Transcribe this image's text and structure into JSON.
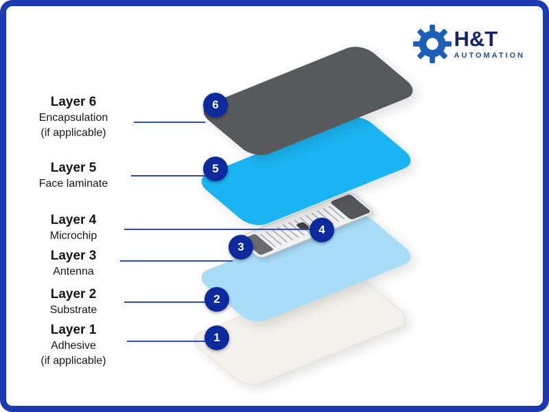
{
  "logo": {
    "brand": "H&T",
    "subtitle": "AUTOMATION"
  },
  "diagram": {
    "layers": [
      {
        "num": "6",
        "title": "Layer 6",
        "desc": "Encapsulation",
        "note": "(if applicable)",
        "color": "#58595b"
      },
      {
        "num": "5",
        "title": "Layer 5",
        "desc": "Face laminate",
        "color": "#1ab4f2"
      },
      {
        "num": "4",
        "title": "Layer 4",
        "desc": "Microchip",
        "color": "#3f4042"
      },
      {
        "num": "3",
        "title": "Layer 3",
        "desc": "Antenna",
        "color": "#e9e9e9"
      },
      {
        "num": "2",
        "title": "Layer 2",
        "desc": "Substrate",
        "color": "#a8dcf7"
      },
      {
        "num": "1",
        "title": "Layer 1",
        "desc": "Adhesive",
        "note": "(if applicable)",
        "color": "#f2f1eb"
      }
    ],
    "colors": {
      "frame_border": "#1d39b2",
      "badge": "#0c2a9c",
      "connector": "#2c47d0",
      "logo_gear": "#1d5fb8"
    }
  }
}
